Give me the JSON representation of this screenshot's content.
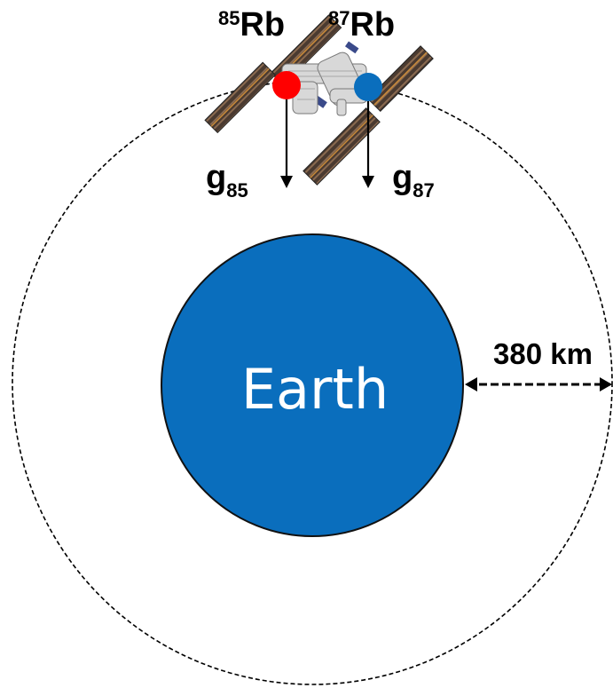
{
  "labels": {
    "rb85_mass": "85",
    "rb85_element": "Rb",
    "rb87_mass": "87",
    "rb87_element": "Rb",
    "g85_symbol": "g",
    "g85_sub": "85",
    "g87_symbol": "g",
    "g87_sub": "87",
    "earth": "Earth",
    "altitude": "380 km"
  },
  "colors": {
    "earth": "#0a6ebd",
    "earth_stroke": "#111111",
    "rb85_dot": "#ff0000",
    "rb87_dot": "#0a6ebd",
    "orbit": "#000000",
    "arrow": "#000000"
  },
  "icons": {
    "station": "space-station-icon"
  }
}
